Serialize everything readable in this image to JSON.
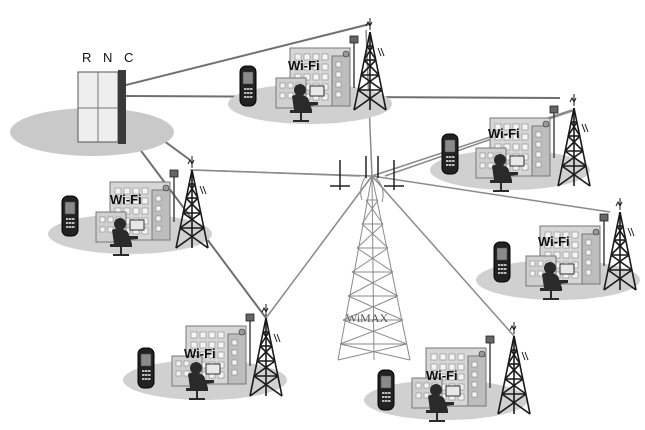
{
  "diagram": {
    "rnc_label": "R N C",
    "wimax_label": "WiMAX",
    "cell_label": "Wi-Fi",
    "cell_count": 6
  }
}
